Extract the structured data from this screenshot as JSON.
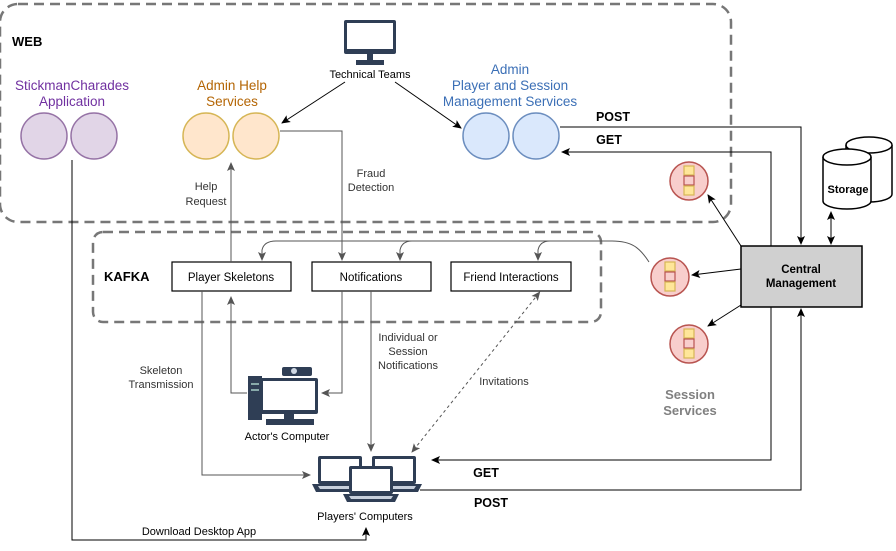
{
  "groups": {
    "web": "WEB",
    "kafka": "KAFKA"
  },
  "apps": {
    "stickman_line1": "StickmanCharades",
    "stickman_line2": "Application",
    "admin_help_line1": "Admin Help",
    "admin_help_line2": "Services",
    "admin_psm_line1": "Admin",
    "admin_psm_line2": "Player and Session",
    "admin_psm_line3": "Management Services"
  },
  "actors": {
    "technical_teams": "Technical Teams",
    "actors_computer": "Actor's Computer",
    "players_computers": "Players' Computers"
  },
  "topics": {
    "player_skeletons": "Player Skeletons",
    "notifications": "Notifications",
    "friend_interactions": "Friend Interactions"
  },
  "backend": {
    "central_line1": "Central",
    "central_line2": "Management",
    "storage": "Storage",
    "session_line1": "Session",
    "session_line2": "Services"
  },
  "edge_labels": {
    "post_top": "POST",
    "get_top": "GET",
    "get_bottom": "GET",
    "post_bottom": "POST",
    "help_line1": "Help",
    "help_line2": "Request",
    "fraud_line1": "Fraud",
    "fraud_line2": "Detection",
    "skeleton_line1": "Skeleton",
    "skeleton_line2": "Transmission",
    "indiv_line1": "Individual or",
    "indiv_line2": "Session",
    "indiv_line3": "Notifications",
    "invitations": "Invitations",
    "download": "Download Desktop App"
  },
  "colors": {
    "stickman": "#7030a0",
    "admin_help": "#b46504",
    "admin_psm": "#3b6fb6",
    "session_services": "#808080"
  }
}
